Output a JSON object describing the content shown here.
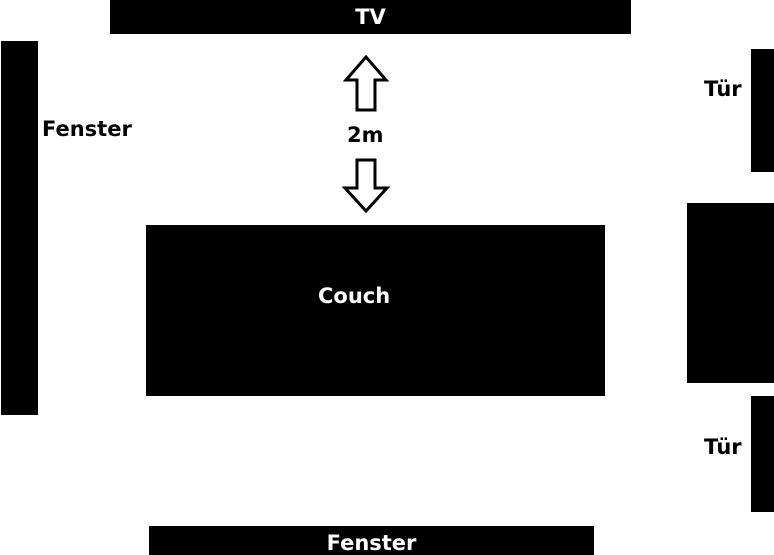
{
  "tv": {
    "label": "TV"
  },
  "window_left": {
    "label": "Fenster"
  },
  "distance": {
    "label": "2m"
  },
  "couch": {
    "label": "Couch"
  },
  "door_top": {
    "label": "Tür"
  },
  "door_bottom": {
    "label": "Tür"
  },
  "window_bottom": {
    "label": "Fenster"
  },
  "colors": {
    "fill": "#000000",
    "background": "#ffffff"
  }
}
